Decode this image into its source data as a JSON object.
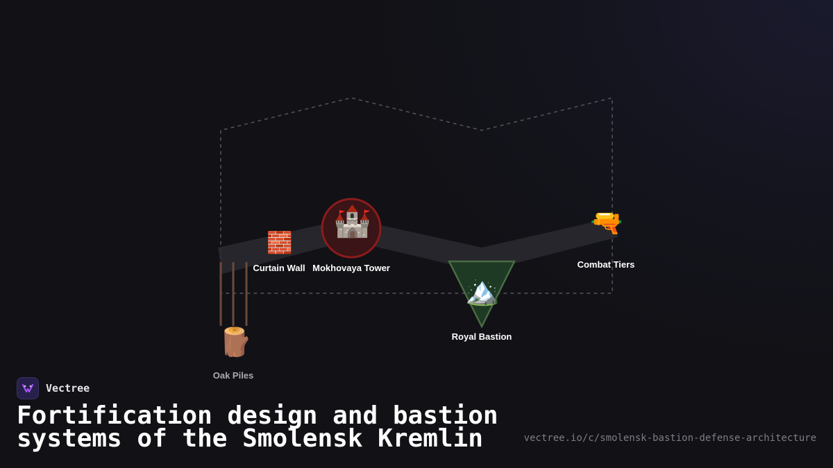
{
  "brand": {
    "name": "Vectree",
    "logo_icon": "vectree-logo-icon"
  },
  "title": "Fortification design and bastion systems of the Smolensk Kremlin",
  "url": "vectree.io/c/smolensk-bastion-defense-architecture",
  "nodes": {
    "curtain_wall": {
      "label": "Curtain Wall",
      "icon": "brick-icon",
      "glyph": "🧱"
    },
    "mokhovaya_tower": {
      "label": "Mokhovaya Tower",
      "icon": "castle-icon",
      "glyph": "🏰"
    },
    "royal_bastion": {
      "label": "Royal Bastion",
      "icon": "mountain-icon",
      "glyph": "🏔️"
    },
    "combat_tiers": {
      "label": "Combat Tiers",
      "icon": "water-pistol-icon",
      "glyph": "🔫"
    },
    "oak_piles": {
      "label": "Oak Piles",
      "icon": "wood-log-icon",
      "glyph": "🪵"
    }
  },
  "colors": {
    "background": "#111116",
    "wall_band": "#2a2a30",
    "tower_fill": "#3a1416",
    "tower_stroke": "#8a1c1c",
    "bastion_fill": "#1f3a24",
    "bastion_stroke": "#4a6b44",
    "pile_color": "#6b4a3c",
    "dashed_outline": "#55555c"
  }
}
